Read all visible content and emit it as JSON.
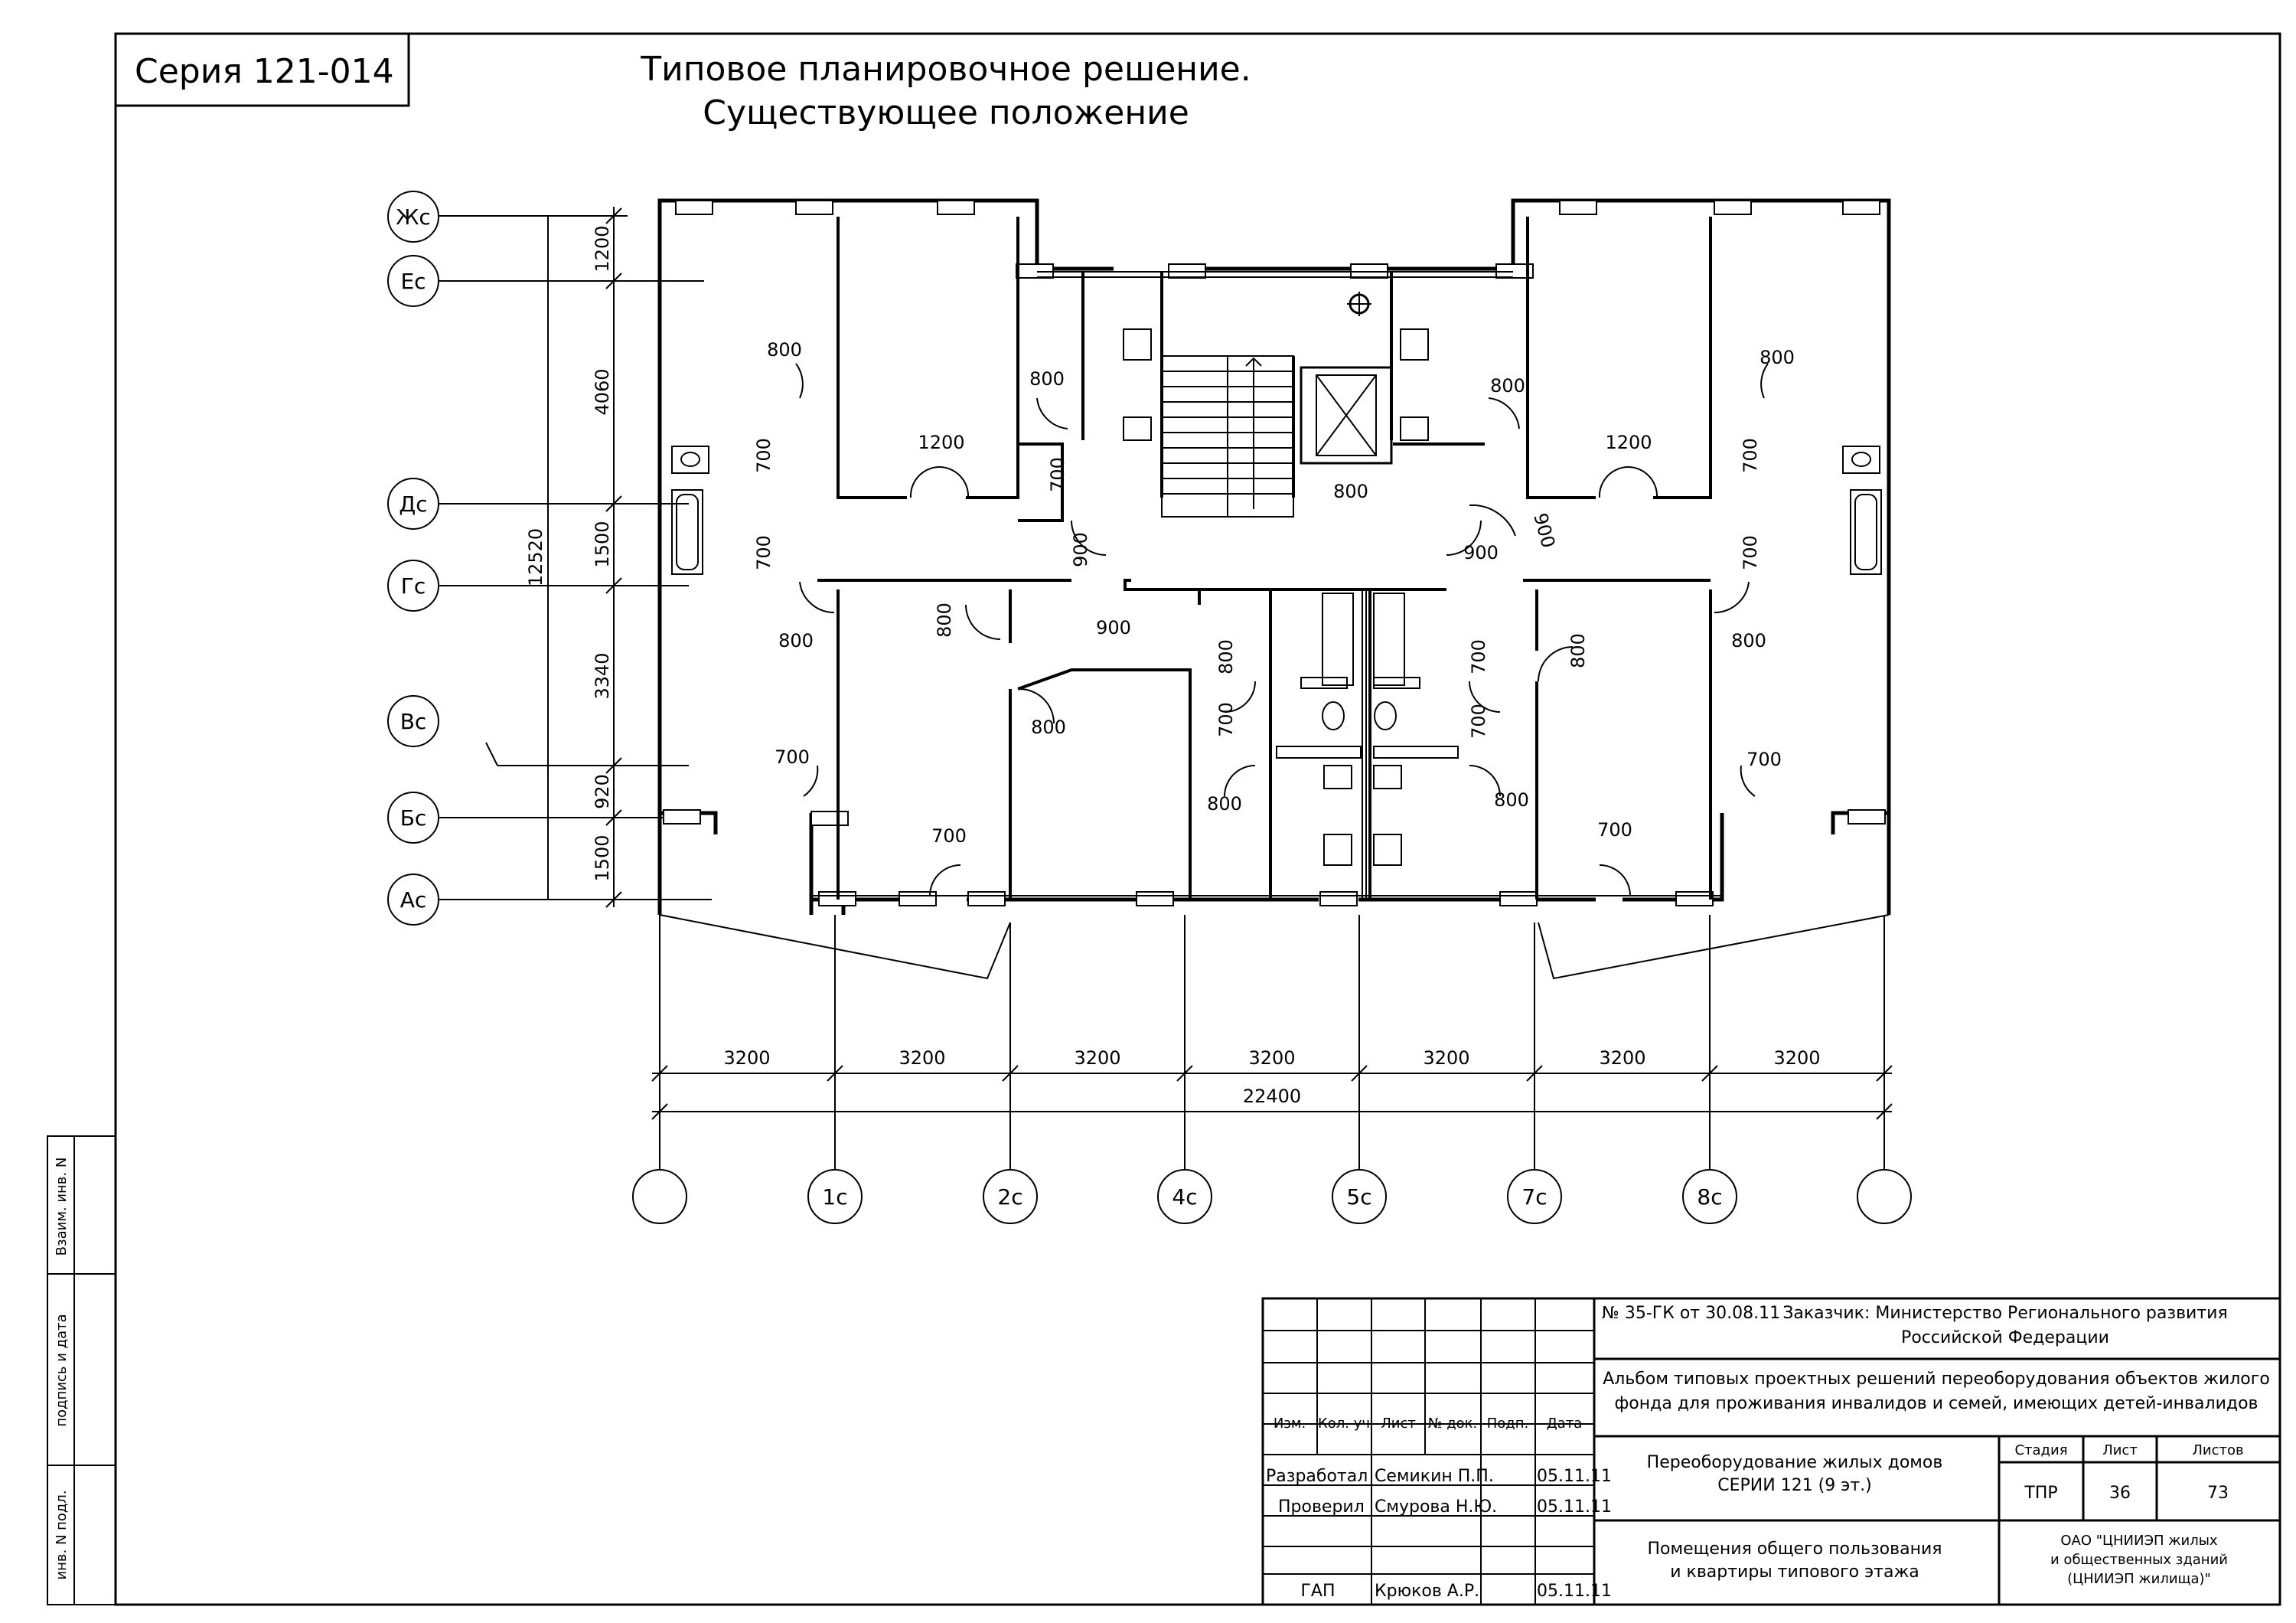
{
  "series_label": "Серия 121-014",
  "title_line1": "Типовое планировочное решение.",
  "title_line2": "Существующее положение",
  "row_axes": [
    "Жс",
    "Ес",
    "Дс",
    "Гс",
    "Вс",
    "Бс",
    "Ас"
  ],
  "column_axes": [
    "",
    "1с",
    "2с",
    "4с",
    "5с",
    "7с",
    "8с",
    ""
  ],
  "vertical_dims": [
    "1200",
    "4060",
    "1500",
    "3340",
    "920",
    "1500"
  ],
  "vertical_total": "12520",
  "horizontal_dims": [
    "3200",
    "3200",
    "3200",
    "3200",
    "3200",
    "3200",
    "3200"
  ],
  "horizontal_total": "22400",
  "door_widths": {
    "d800": "800",
    "d700": "700",
    "d1200": "1200",
    "d900": "900"
  },
  "side_stamp": {
    "vzam": "Взаим. инв. N",
    "podpis": "подпись и дата",
    "inv": "инв. N подл."
  },
  "title_block": {
    "contract": "№ 35-ГК от 30.08.11",
    "customer_line1": "Заказчик: Министерство Регионального развития",
    "customer_line2": "Российской Федерации",
    "album_line1": "Альбом типовых проектных решений переоборудования объектов жилого",
    "album_line2": "фонда для проживания инвалидов и семей, имеющих детей-инвалидов",
    "hdr_izm": "Изм.",
    "hdr_koluch": "Кол. уч",
    "hdr_list": "Лист",
    "hdr_ndok": "№ док.",
    "hdr_podp": "Подп.",
    "hdr_data": "Дата",
    "role_dev": "Разработал",
    "name_dev": "Семикин П.П.",
    "date_dev": "05.11.11",
    "role_check": "Проверил",
    "name_check": "Смурова Н.Ю.",
    "date_check": "05.11.11",
    "role_gap": "ГАП",
    "name_gap": "Крюков А.Р.",
    "date_gap": "05.11.11",
    "project_line1": "Переоборудование жилых домов",
    "project_line2": "СЕРИИ 121 (9 эт.)",
    "sheet_line1": "Помещения общего пользования",
    "sheet_line2": "и квартиры типового этажа",
    "stage_hdr": "Стадия",
    "list_hdr": "Лист",
    "lists_hdr": "Листов",
    "stage_val": "ТПР",
    "list_val": "36",
    "lists_val": "73",
    "org_line1": "ОАО \"ЦНИИЭП жилых",
    "org_line2": "и общественных зданий",
    "org_line3": "(ЦНИИЭП жилища)\""
  }
}
